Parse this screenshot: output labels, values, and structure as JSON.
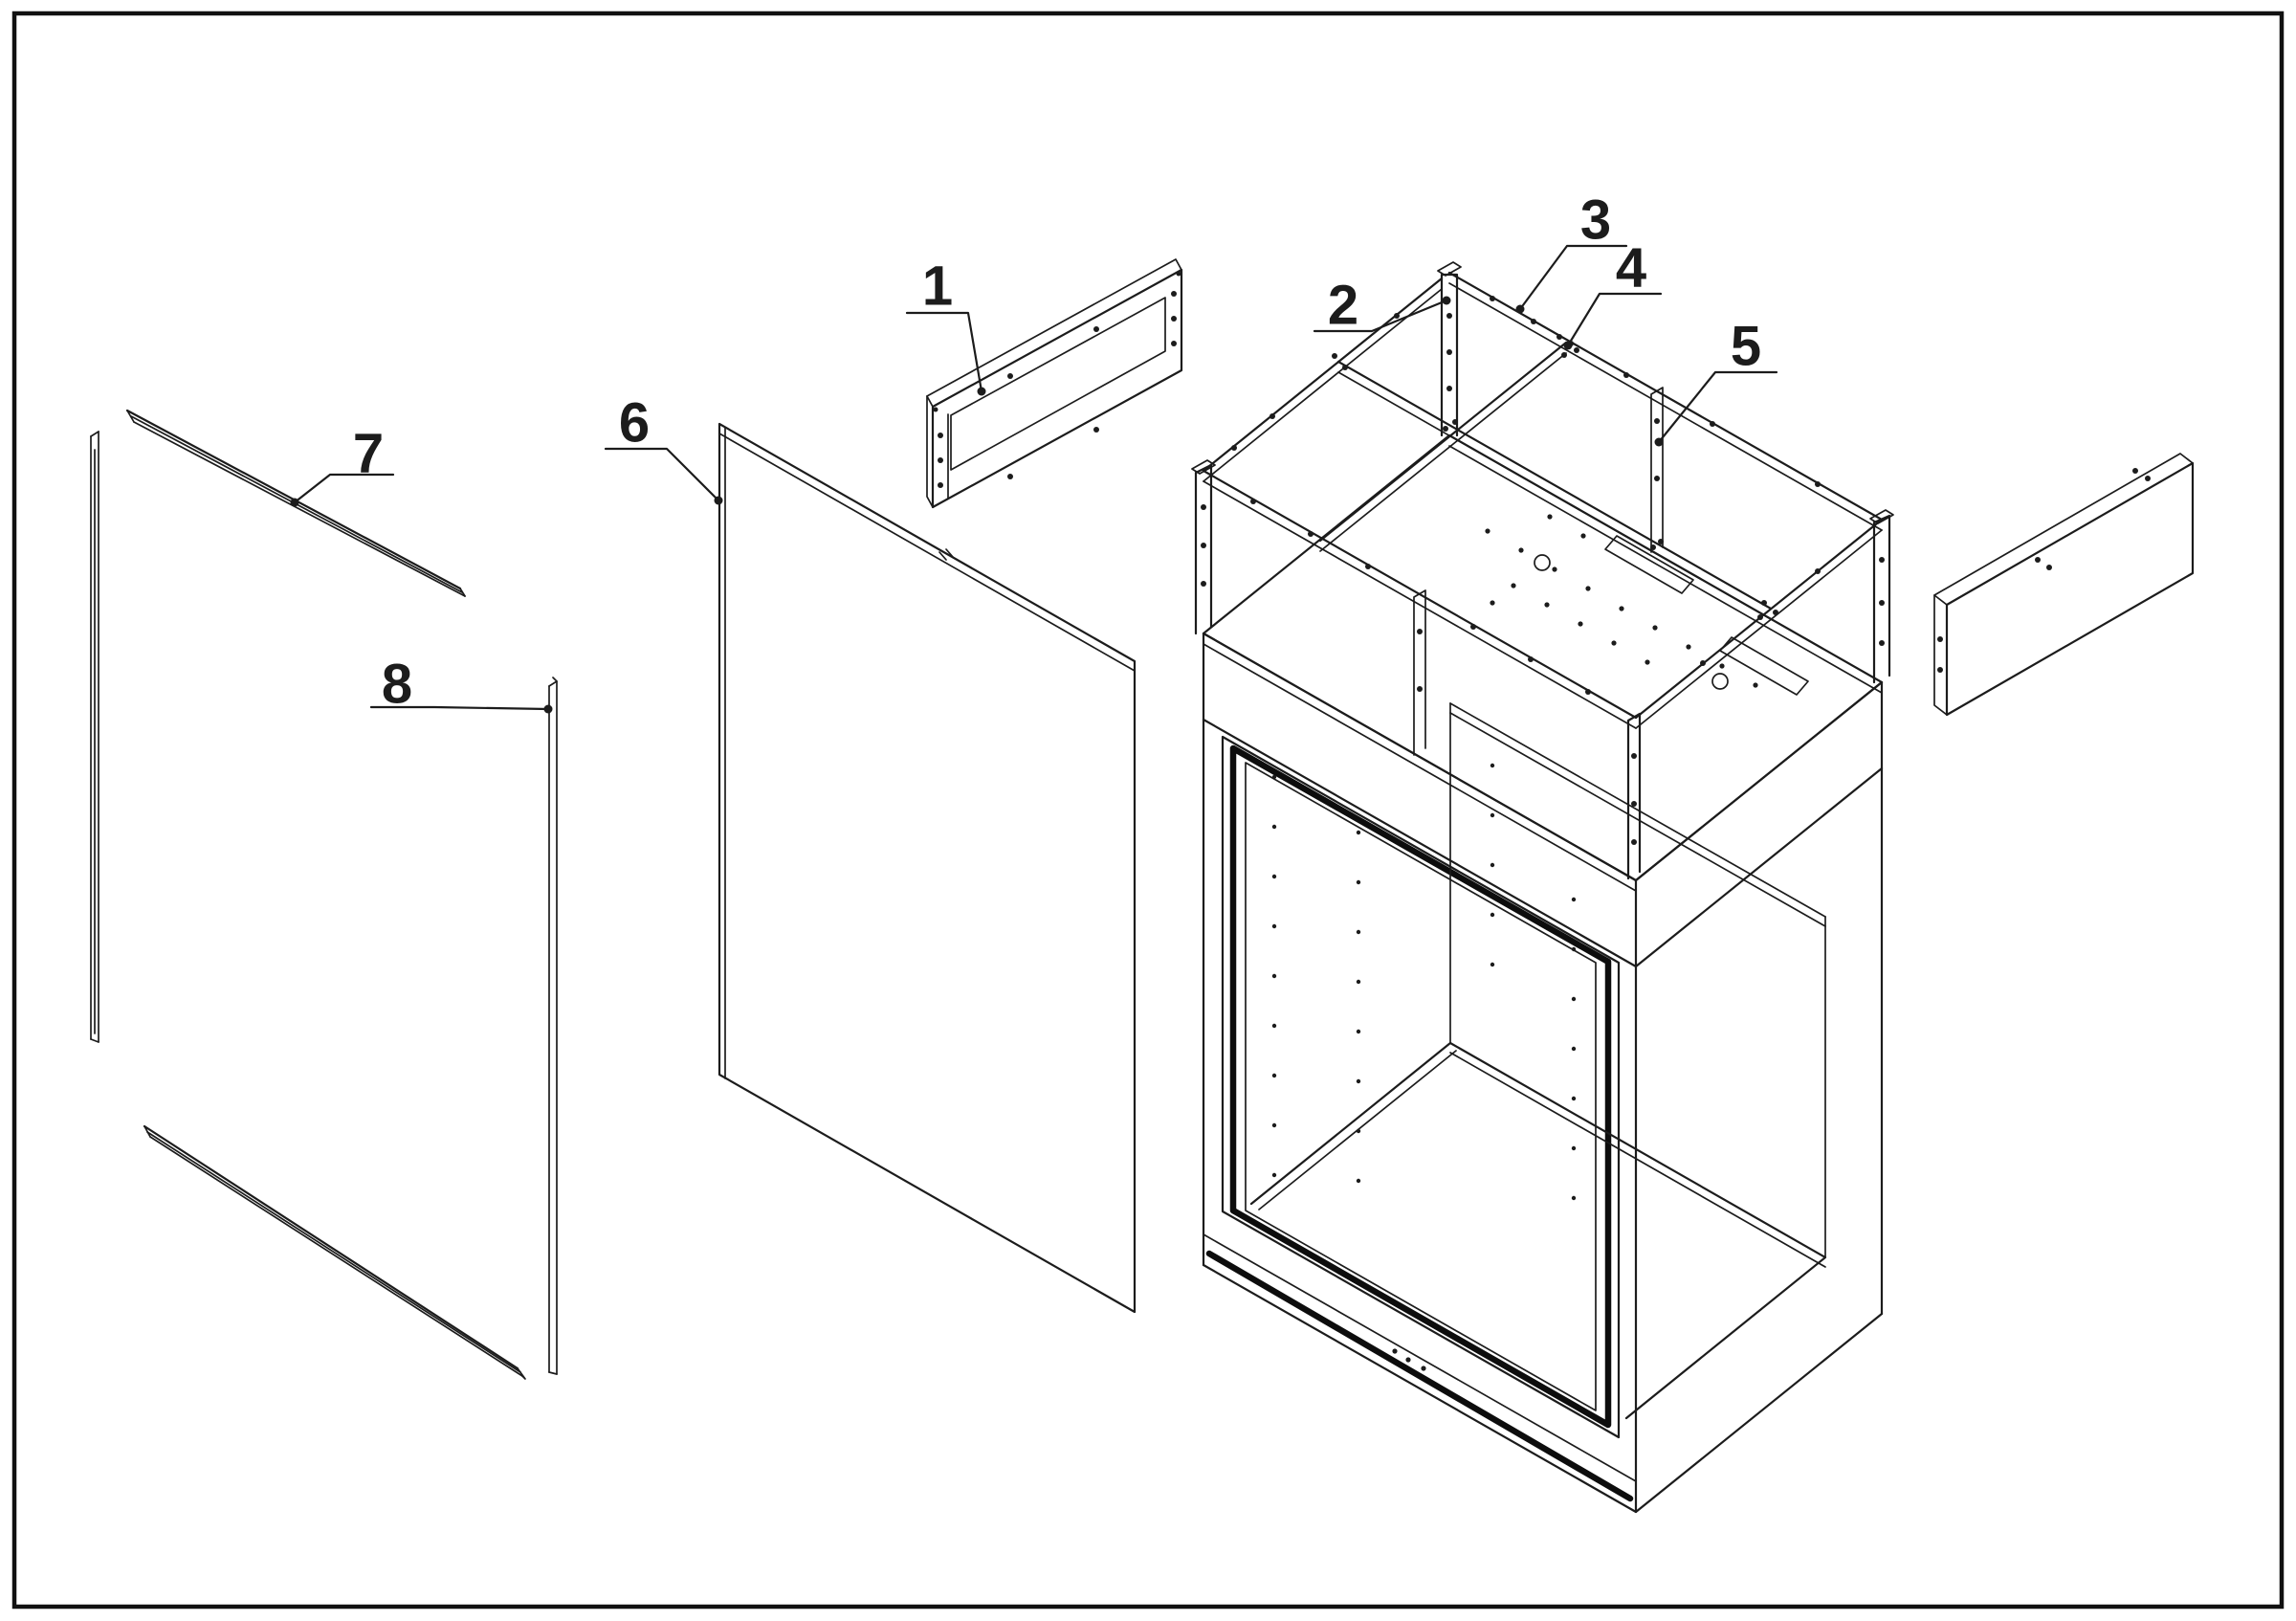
{
  "document": {
    "type": "exploded-assembly-technical-diagram",
    "background_color": "#ffffff",
    "line_color": "#1c1c1c",
    "heavy_line_color": "#0d0d0d",
    "callout_count": "8"
  },
  "callouts": [
    {
      "label": "1"
    },
    {
      "label": "2"
    },
    {
      "label": "3"
    },
    {
      "label": "4"
    },
    {
      "label": "5"
    },
    {
      "label": "6"
    },
    {
      "label": "7"
    },
    {
      "label": "8"
    }
  ]
}
